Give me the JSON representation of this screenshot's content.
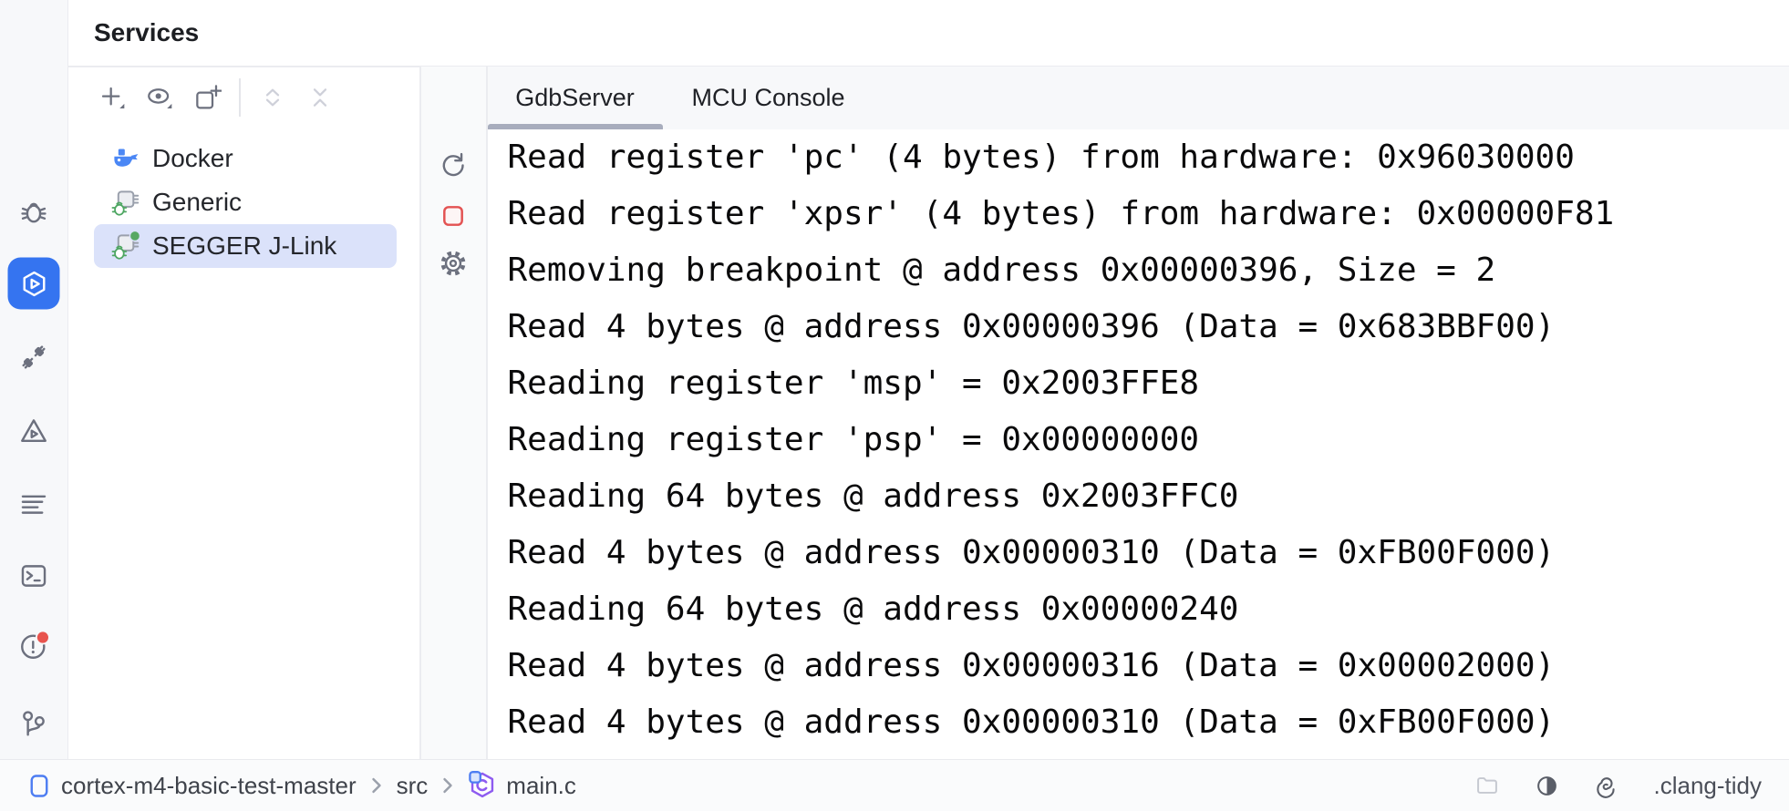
{
  "services_panel": {
    "title": "Services",
    "toolbar_icons": [
      "add-icon",
      "show-options-eye-icon",
      "open-in-new-tab-icon",
      "expand-all-icon",
      "collapse-all-icon"
    ],
    "tree": {
      "items": [
        {
          "label": "Docker",
          "icon": "docker-whale-icon",
          "selected": false
        },
        {
          "label": "Generic",
          "icon": "embedded-chip-debug-icon",
          "selected": false
        },
        {
          "label": "SEGGER J-Link",
          "icon": "embedded-chip-debug-icon",
          "running": true,
          "selected": true
        }
      ]
    }
  },
  "left_stripe_icons": [
    "debug-bug-icon",
    "services-icon-selected",
    "plug-icon",
    "profiler-triangle-icon",
    "structure-lines-icon",
    "terminal-icon",
    "problems-icon-with-badge",
    "git-branch-icon"
  ],
  "console_panel": {
    "toolbar_icons": [
      "rerun-icon",
      "stop-icon",
      "settings-gear-icon"
    ],
    "tabs": [
      {
        "label": "GdbServer",
        "active": true
      },
      {
        "label": "MCU Console",
        "active": false
      }
    ],
    "lines": [
      "Read register 'pc' (4 bytes) from hardware: 0x96030000",
      "Read register 'xpsr' (4 bytes) from hardware: 0x00000F81",
      "Removing breakpoint @ address 0x00000396, Size = 2",
      "Read 4 bytes @ address 0x00000396 (Data = 0x683BBF00)",
      "Reading register 'msp' = 0x2003FFE8",
      "Reading register 'psp' = 0x00000000",
      "Reading 64 bytes @ address 0x2003FFC0",
      "Read 4 bytes @ address 0x00000310 (Data = 0xFB00F000)",
      "Reading 64 bytes @ address 0x00000240",
      "Read 4 bytes @ address 0x00000316 (Data = 0x00002000)",
      "Read 4 bytes @ address 0x00000310 (Data = 0xFB00F000)"
    ]
  },
  "status_bar": {
    "breadcrumbs": [
      {
        "label": "cortex-m4-basic-test-master",
        "icon": "module-icon"
      },
      {
        "label": "src"
      },
      {
        "label": "main.c",
        "icon": "c-file-icon"
      }
    ],
    "right_icons": [
      "folder-icon",
      "contrast-icon",
      "clangd-spiral-icon"
    ],
    "right_label": ".clang-tidy"
  },
  "colors": {
    "accent_blue": "#3574f0",
    "selection_row": "#dbe2fa",
    "tab_underline": "#a8adbd",
    "stop_red": "#e35252",
    "badge_red": "#e8544e",
    "running_green": "#57a863",
    "docker_blue": "#4b87f5",
    "file_purple": "#8e5bf0",
    "divider": "#ebecf0"
  }
}
